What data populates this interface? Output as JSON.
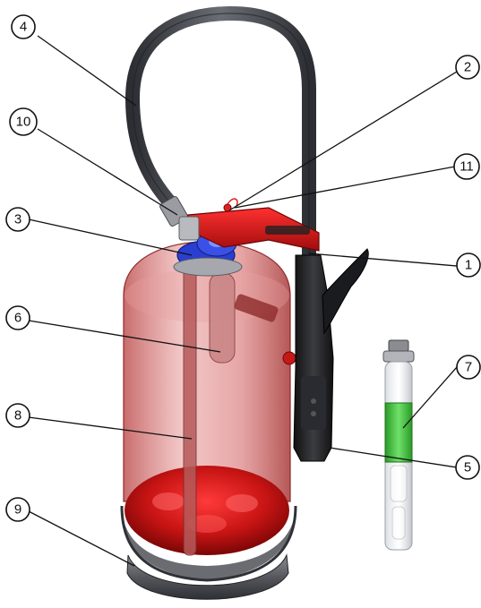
{
  "callouts": [
    {
      "id": "c1",
      "label": "1"
    },
    {
      "id": "c2",
      "label": "2"
    },
    {
      "id": "c3",
      "label": "3"
    },
    {
      "id": "c4",
      "label": "4"
    },
    {
      "id": "c5",
      "label": "5"
    },
    {
      "id": "c6",
      "label": "6"
    },
    {
      "id": "c7",
      "label": "7"
    },
    {
      "id": "c8",
      "label": "8"
    },
    {
      "id": "c9",
      "label": "9"
    },
    {
      "id": "c10",
      "label": "10"
    },
    {
      "id": "c11",
      "label": "11"
    }
  ],
  "colors": {
    "cylinder": "#c94a4a",
    "valve_head": "#d81e1e",
    "valve_ring": "#2a3fd1",
    "hose": "#3f4248",
    "cartridge_band": "#3fbf3a",
    "base": "#4a4c52"
  }
}
